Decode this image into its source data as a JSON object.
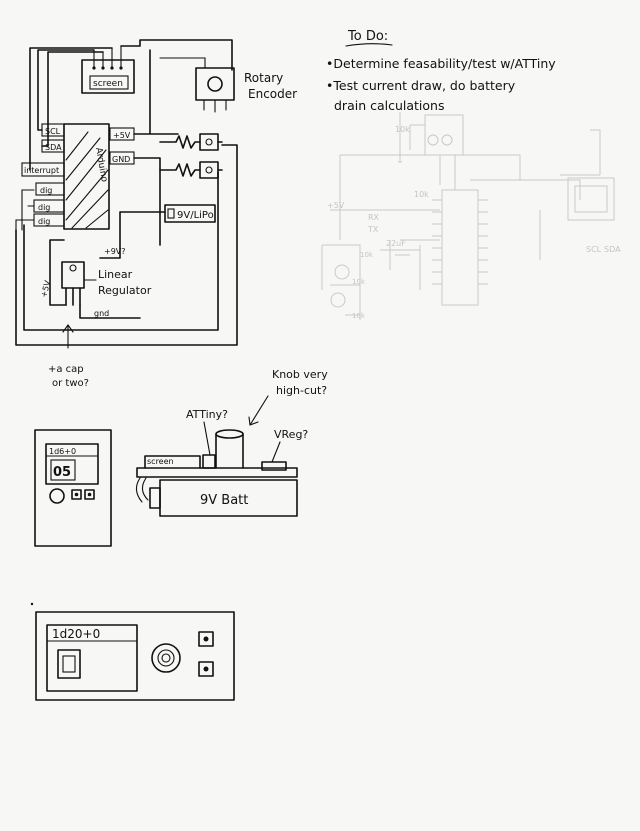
{
  "todo": {
    "title": "To Do:",
    "items": [
      "•Determine feasability/test w/ATTiny",
      "•Test current draw, do battery",
      "drain calculations"
    ]
  },
  "wiring": {
    "screen": "screen",
    "board": "Arduino",
    "rotary_encoder": [
      "Rotary",
      "Encoder"
    ],
    "pins_left": [
      "SCL",
      "SDA",
      "interrupt",
      "dig",
      "dig",
      "dig"
    ],
    "pin_5v": "+5V",
    "pin_gnd": "GND",
    "power": "9V/LiPo",
    "plus_9v": "+9V?",
    "plus_5v": "+5V",
    "regulator": [
      "Linear",
      "Regulator"
    ],
    "gnd": "gnd",
    "cap_note": [
      "+a cap",
      "or two?"
    ]
  },
  "schematic": {
    "labels": [
      "10k",
      "+5V",
      "RX",
      "TX",
      "10k",
      "22uF",
      "10k",
      "10k",
      "10k",
      "SCL",
      "SDA"
    ]
  },
  "side_view": {
    "knob_note": [
      "Knob very",
      "high-cut?"
    ],
    "attiny_note": "ATTiny?",
    "vreg_note": "VReg?",
    "screen": "screen",
    "battery": "9V Batt"
  },
  "front_small": {
    "display": "1d6+0",
    "digit": "05"
  },
  "front_large": {
    "display": "1d20+0"
  }
}
